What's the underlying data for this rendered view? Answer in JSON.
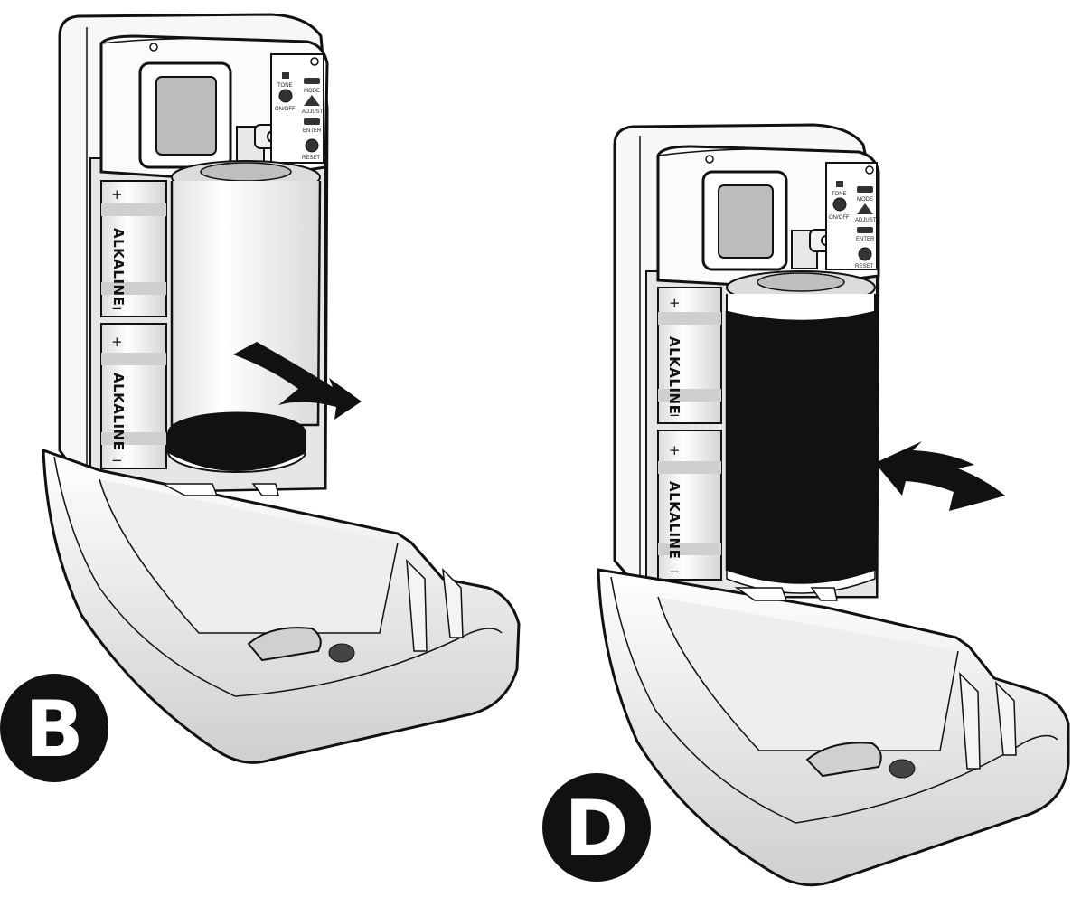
{
  "steps": {
    "b": {
      "letter": "B",
      "buttons": {
        "tone": "TONE",
        "on_off": "ON/OFF",
        "mode": "MODE",
        "adjust": "ADJUST",
        "enter": "ENTER",
        "reset": "RESET"
      },
      "battery_top": {
        "label": "ALKALINE",
        "plus": "+",
        "minus": "−"
      },
      "battery_bottom": {
        "label": "ALKALINE",
        "plus": "+",
        "minus": "−"
      }
    },
    "d": {
      "letter": "D",
      "buttons": {
        "tone": "TONE",
        "on_off": "ON/OFF",
        "mode": "MODE",
        "adjust": "ADJUST",
        "enter": "ENTER",
        "reset": "RESET"
      },
      "battery_top": {
        "label": "ALKALINE",
        "plus": "+",
        "minus": "−"
      },
      "battery_bottom": {
        "label": "ALKALINE",
        "plus": "+",
        "minus": "−"
      }
    }
  },
  "colors": {
    "outline": "#111111",
    "housing": "#f6f6f6",
    "shade": "#d9d9d9",
    "dark": "#111111",
    "battery_band": "#cfcfcf"
  }
}
